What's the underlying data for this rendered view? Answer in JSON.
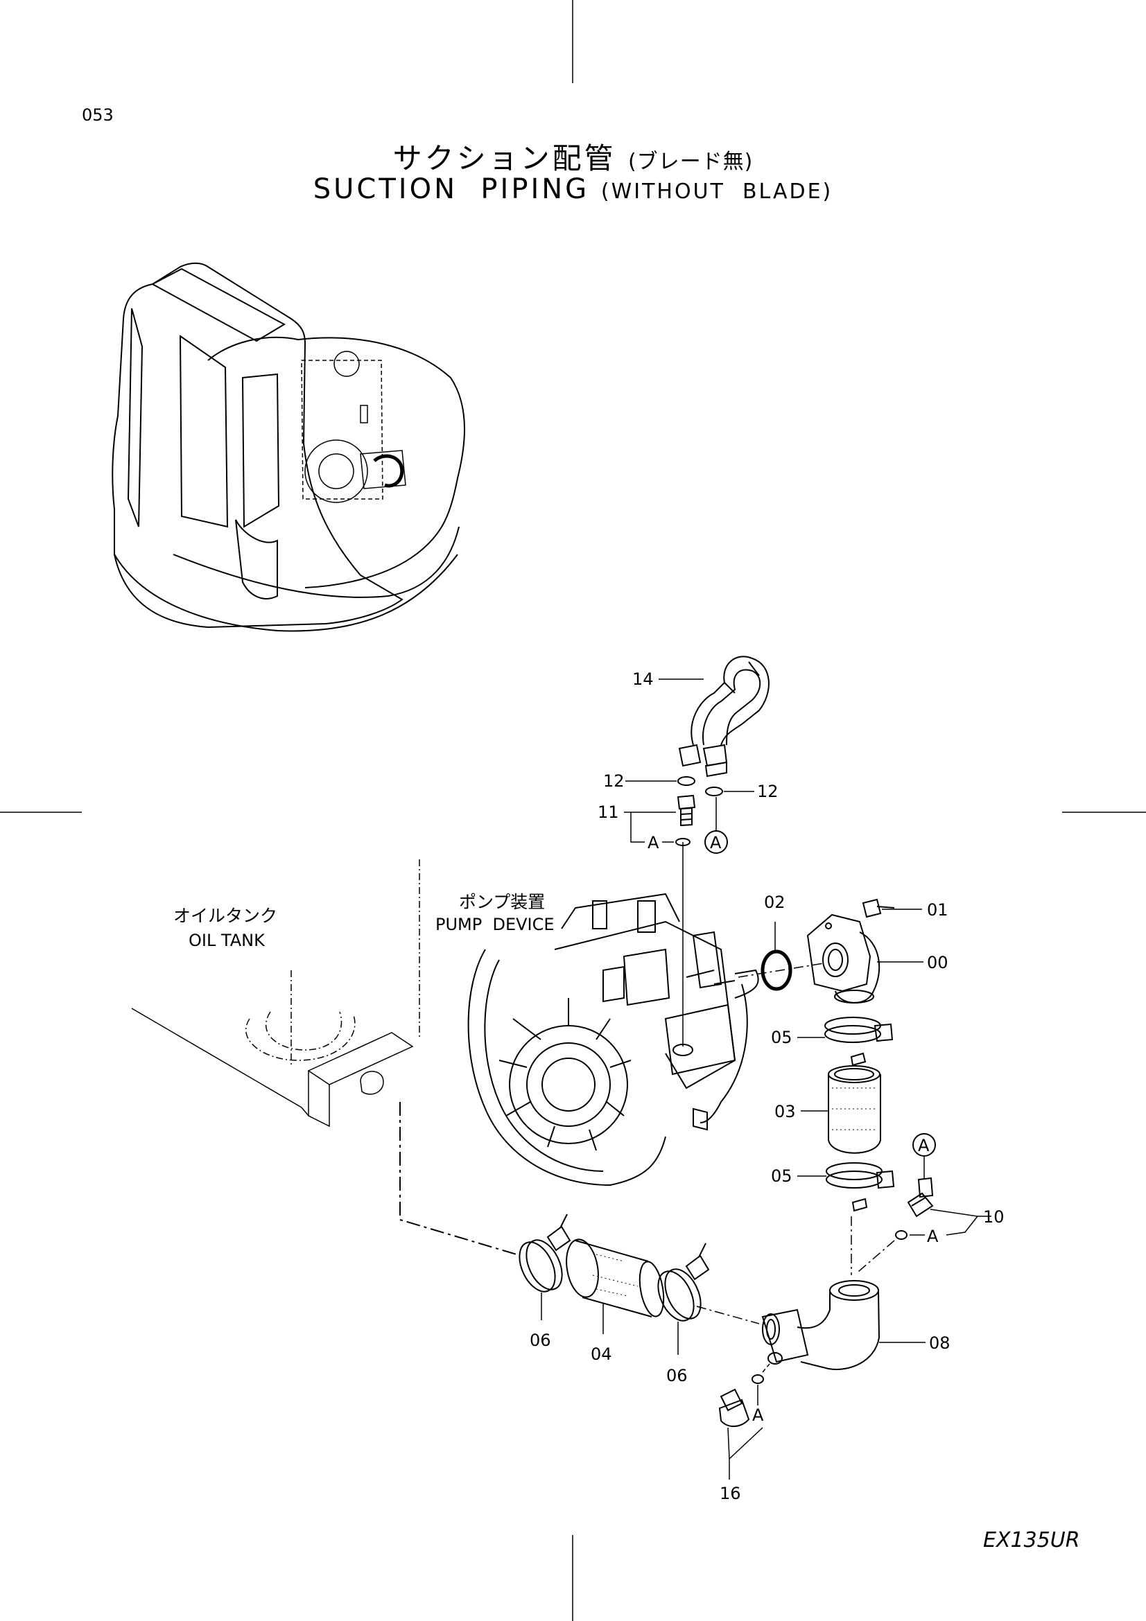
{
  "page_number": "053",
  "title_jp": "サクション配管",
  "title_jp_sub": "(ブレード無)",
  "title_en": "SUCTION  PIPING",
  "title_en_sub": "(WITHOUT  BLADE)",
  "model": "EX135UR",
  "labels": {
    "oil_tank_jp": "オイルタンク",
    "oil_tank_en": "OIL TANK",
    "pump_jp": "ポンプ装置",
    "pump_en": "PUMP  DEVICE",
    "ref_a": "A"
  },
  "parts": {
    "p00": "00",
    "p01": "01",
    "p02": "02",
    "p03": "03",
    "p04": "04",
    "p05a": "05",
    "p05b": "05",
    "p06a": "06",
    "p06b": "06",
    "p08": "08",
    "p10": "10",
    "p11": "11",
    "p12a": "12",
    "p12b": "12",
    "p14": "14",
    "p16": "16"
  }
}
